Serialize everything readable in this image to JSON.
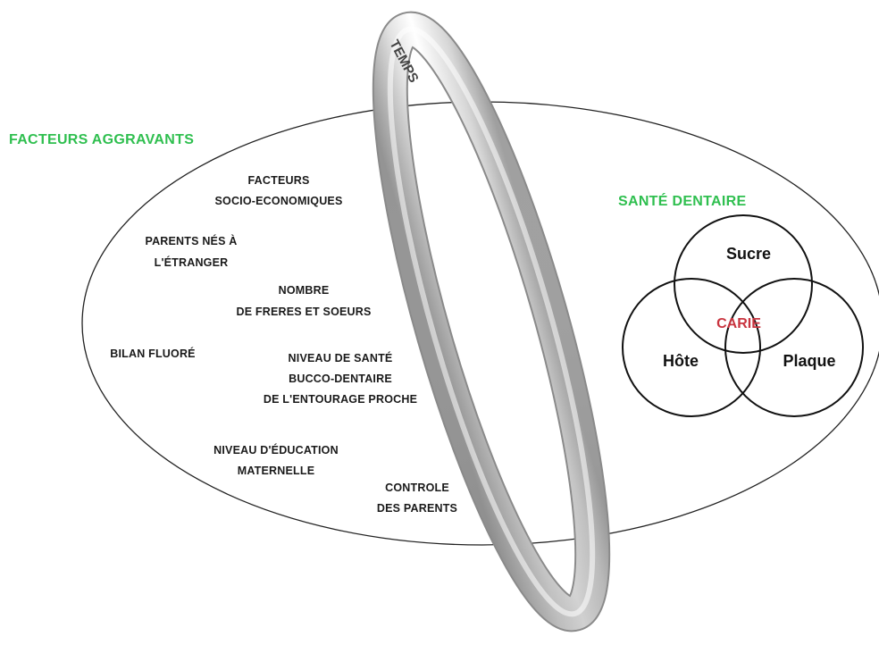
{
  "headings": {
    "left": "FACTEURS AGGRAVANTS",
    "right": "SANTÉ DENTAIRE"
  },
  "ring_label": "TEMPS",
  "factors": {
    "socio": [
      "FACTEURS",
      "SOCIO-ECONOMIQUES"
    ],
    "parents": [
      "PARENTS NÉS À",
      "L'ÉTRANGER"
    ],
    "siblings": [
      "NOMBRE",
      "DE FRERES ET SOEURS"
    ],
    "fluor": [
      "BILAN FLUORÉ"
    ],
    "oral_health": [
      "NIVEAU DE SANTÉ",
      "BUCCO-DENTAIRE",
      "DE L'ENTOURAGE PROCHE"
    ],
    "education": [
      "NIVEAU D'ÉDUCATION",
      "MATERNELLE"
    ],
    "control": [
      "CONTROLE",
      "DES PARENTS"
    ]
  },
  "venn": {
    "top": "Sucre",
    "left": "Hôte",
    "right": "Plaque",
    "center": "CARIE"
  },
  "colors": {
    "heading": "#2fbf4f",
    "carie": "#c9343f",
    "outline": "#222222"
  }
}
